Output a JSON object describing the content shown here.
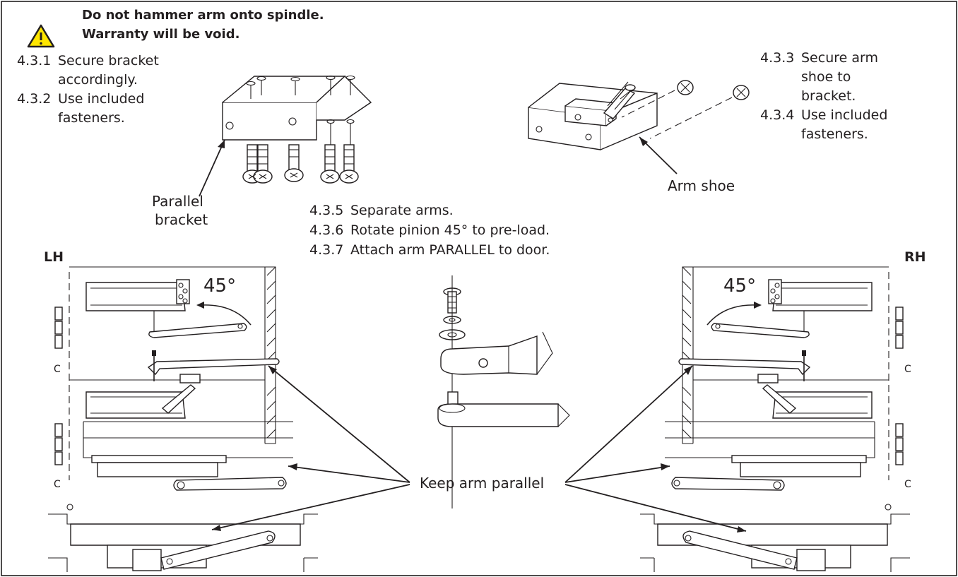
{
  "warning": {
    "icon": "warning-triangle-icon",
    "icon_fill": "#ffe600",
    "line1": "Do not hammer arm onto spindle.",
    "line2": "Warranty will be void."
  },
  "steps": {
    "s431_num": "4.3.1",
    "s431_text": "Secure bracket",
    "s431_text2": "accordingly.",
    "s432_num": "4.3.2",
    "s432_text": "Use included",
    "s432_text2": "fasteners.",
    "s433_num": "4.3.3",
    "s433_text": "Secure arm",
    "s433_text2": "shoe to",
    "s433_text3": "bracket.",
    "s434_num": "4.3.4",
    "s434_text": "Use included",
    "s434_text2": "fasteners.",
    "s435_num": "4.3.5",
    "s435_text": "Separate arms.",
    "s436_num": "4.3.6",
    "s436_text": "Rotate pinion 45° to pre-load.",
    "s437_num": "4.3.7",
    "s437_text": "Attach arm PARALLEL to door."
  },
  "labels": {
    "parallel_bracket_1": "Parallel",
    "parallel_bracket_2": "bracket",
    "arm_shoe": "Arm shoe",
    "keep_parallel": "Keep arm parallel",
    "lh": "LH",
    "rh": "RH",
    "deg_left": "45°",
    "deg_right": "45°"
  }
}
